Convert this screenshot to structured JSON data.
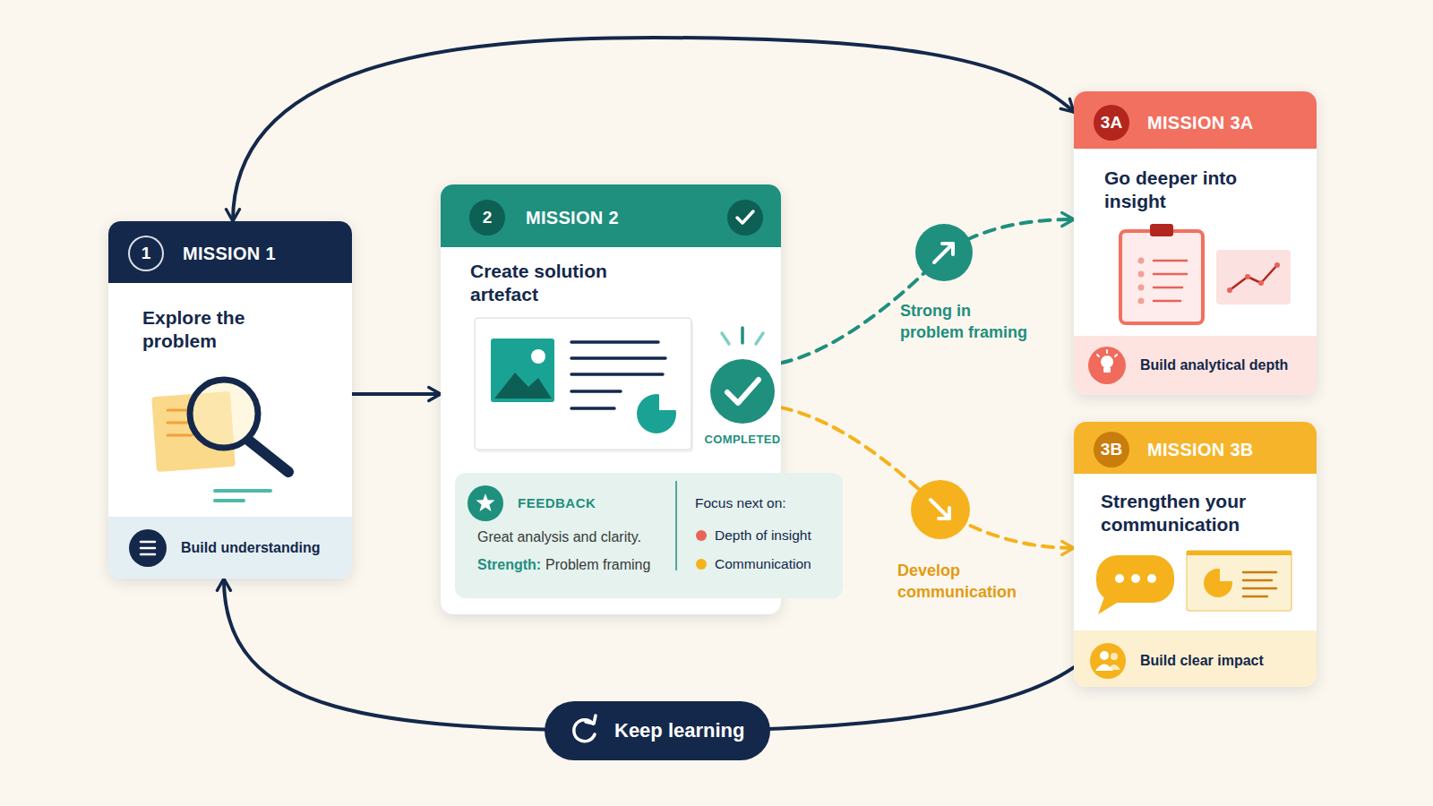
{
  "diagram": {
    "nodes": [
      {
        "text": [
          "1",
          "MISSION 1",
          "Explore the problem",
          "Build understanding"
        ]
      },
      {
        "text": [
          "2",
          "MISSION 2",
          "Create solution artefact",
          "COMPLETED"
        ]
      },
      {
        "text": [
          "FEEDBACK",
          "Great analysis and clarity.",
          "Strength:",
          "Problem framing",
          "Focus next on:",
          "Depth of insight",
          "Communication"
        ],
        "in": 1
      },
      {
        "text": [
          "3A",
          "MISSION 3A",
          "Go deeper into insight",
          "Build analytical depth"
        ]
      },
      {
        "text": [
          "3B",
          "MISSION 3B",
          "Strengthen your communication",
          "Build clear impact"
        ]
      }
    ],
    "edges": [
      {
        "from": 0,
        "to": 1,
        "arrow": "to"
      },
      {
        "from": 1,
        "to": 3,
        "label": "Strong in problem framing",
        "arrow": "to"
      },
      {
        "from": 1,
        "to": 4,
        "label": "Develop communication",
        "arrow": "to"
      },
      {
        "from": 0,
        "to": 3,
        "arrow": "both"
      },
      {
        "from": 4,
        "to": 0,
        "label": "Keep learning",
        "arrow": "to"
      }
    ]
  }
}
